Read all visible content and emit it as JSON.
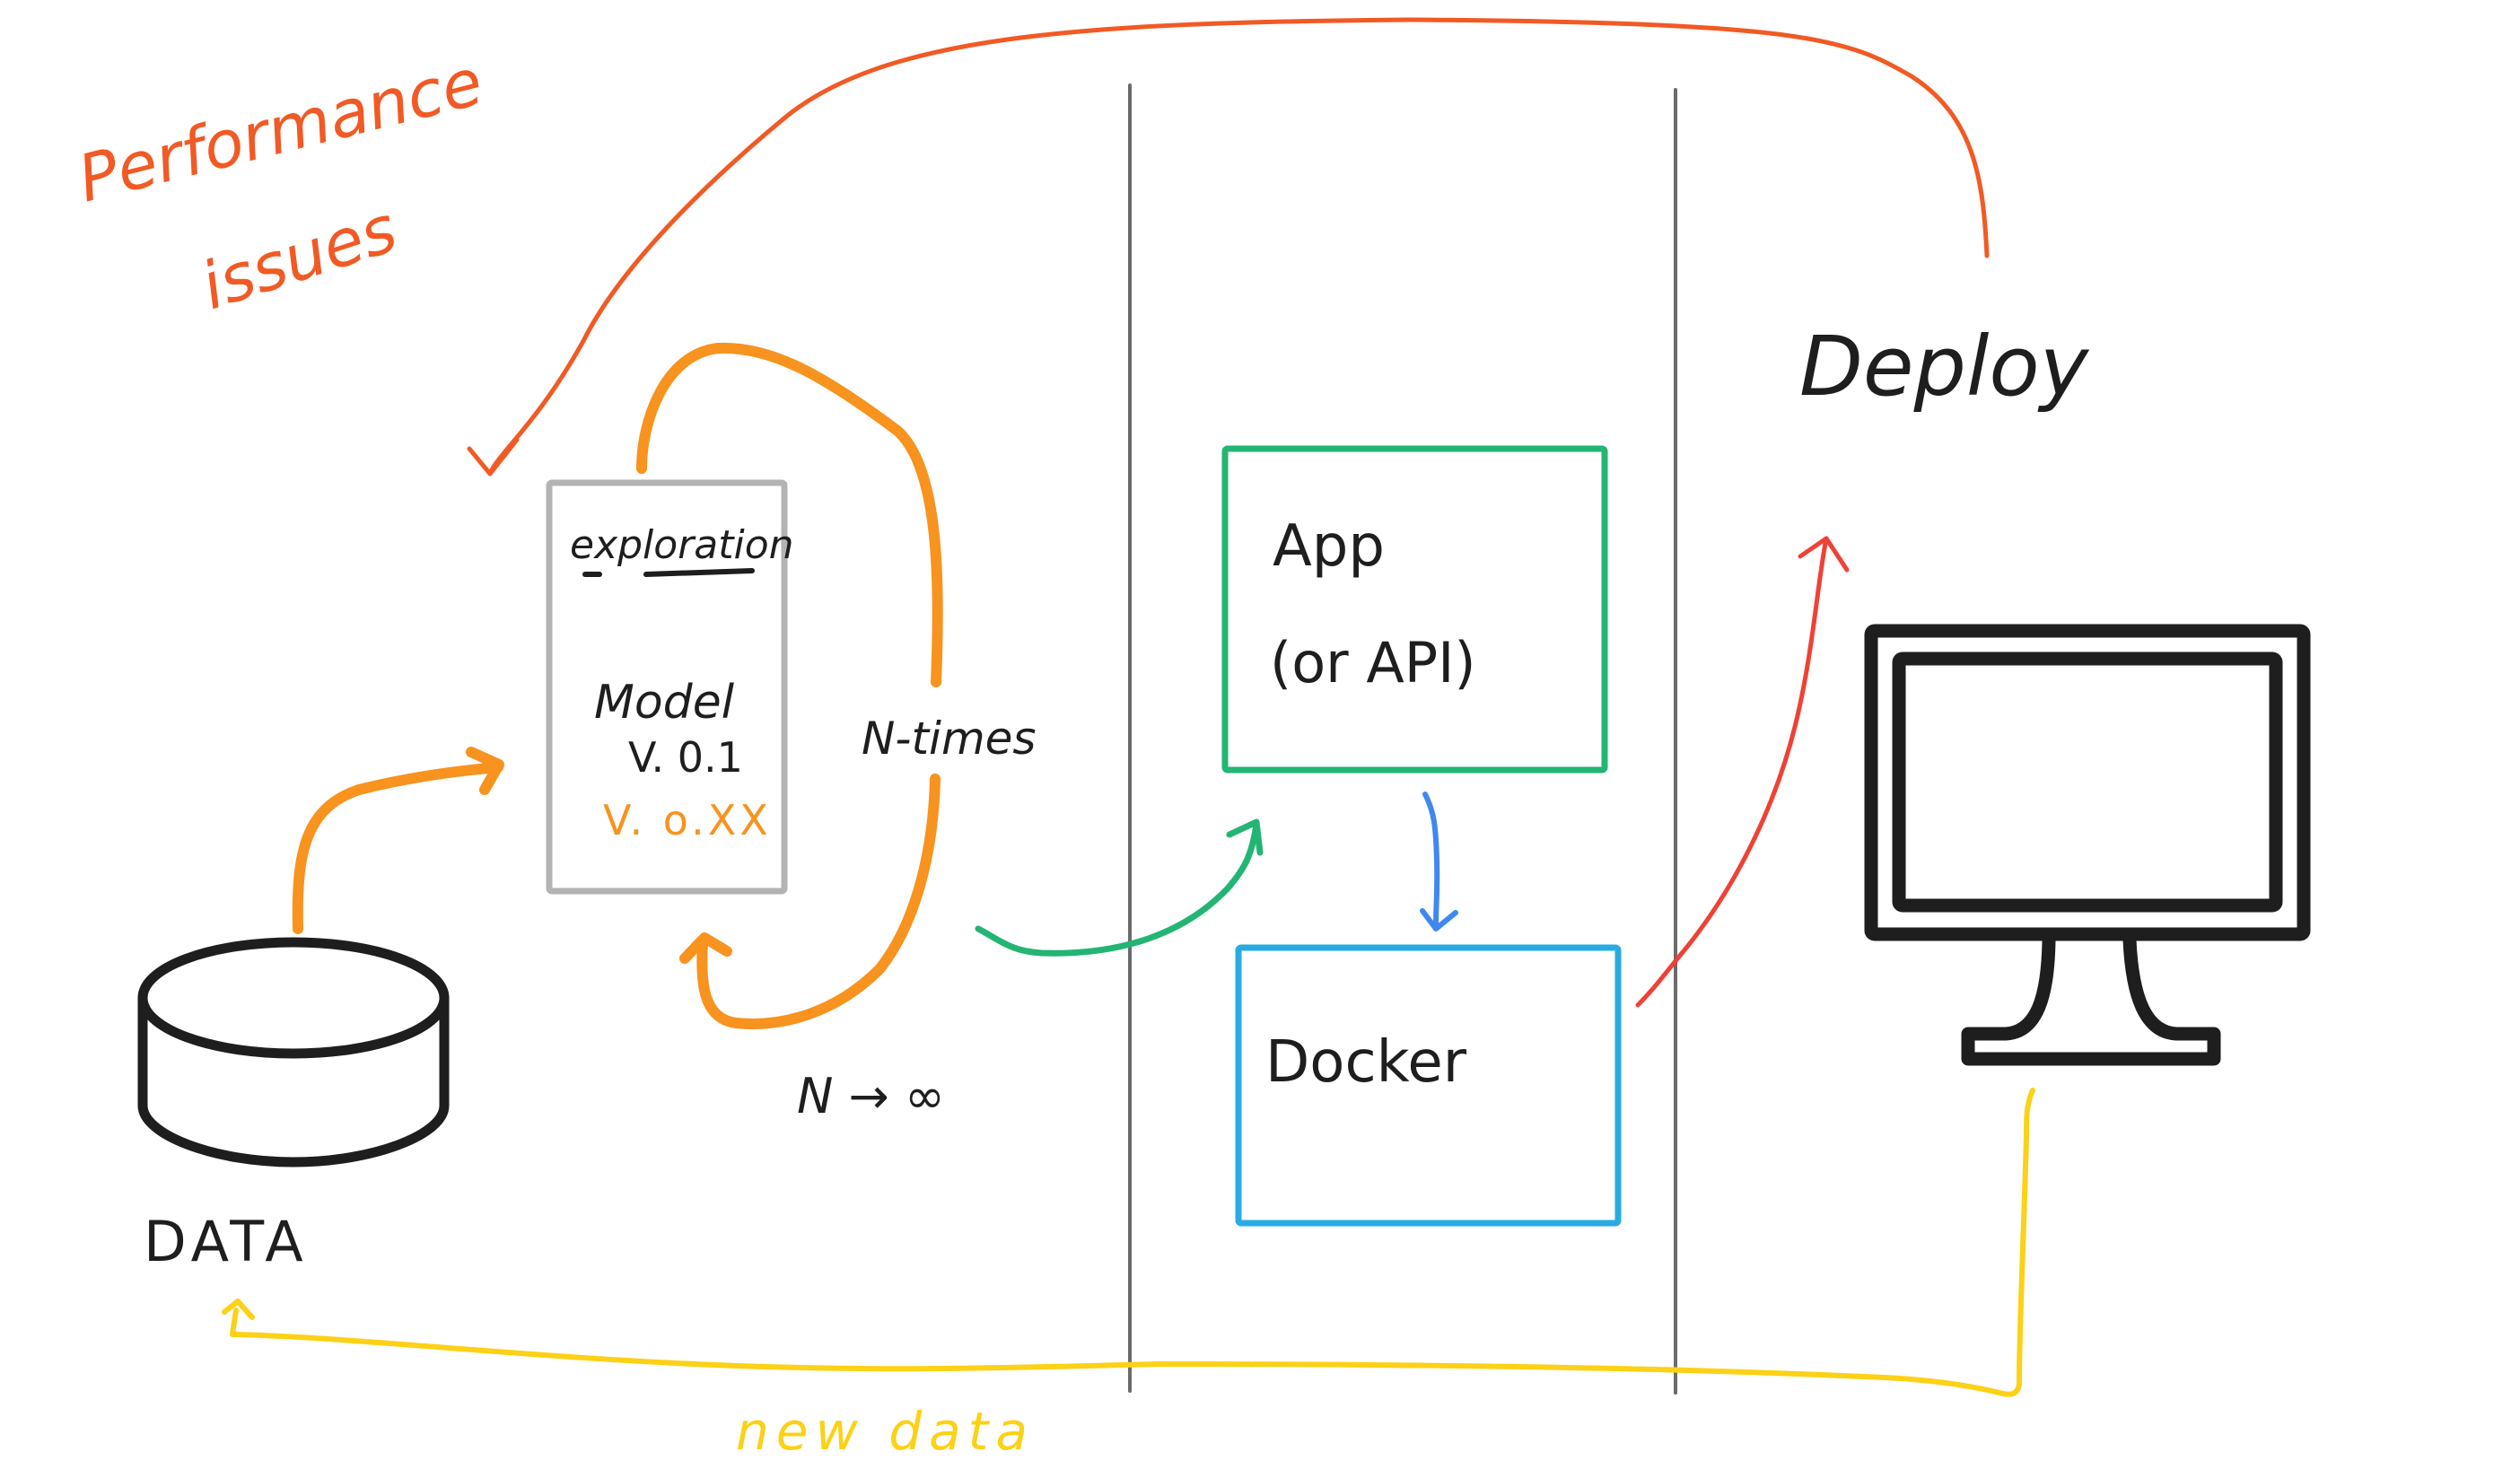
{
  "colors": {
    "ink": "#1e1e1e",
    "divider": "#6b6b6b",
    "exploration_box": "#b3b3b3",
    "app_box": "#22b573",
    "docker_box": "#29abe2",
    "loop_orange": "#f7931e",
    "feedback_orange": "#f15a24",
    "deploy_red": "#ef4136",
    "app_docker_blue": "#3f88f2",
    "new_data_yellow": "#fcd116"
  },
  "annotations": {
    "performance_issues_line1": "Performance",
    "performance_issues_line2": "issues",
    "n_times": "N-times",
    "n_to_infinity": "N → ∞",
    "new_data": "new data"
  },
  "exploration": {
    "heading": "exploration",
    "model_label": "Model",
    "version_initial": "V. 0.1",
    "version_iterated": "V. o.XX"
  },
  "app_box": {
    "line1": "App",
    "line2": "(or API)"
  },
  "docker_box": {
    "label": "Docker"
  },
  "deploy": {
    "label": "Deploy",
    "icon": "monitor-icon"
  },
  "data_store": {
    "label": "DATA",
    "icon": "database-icon"
  }
}
